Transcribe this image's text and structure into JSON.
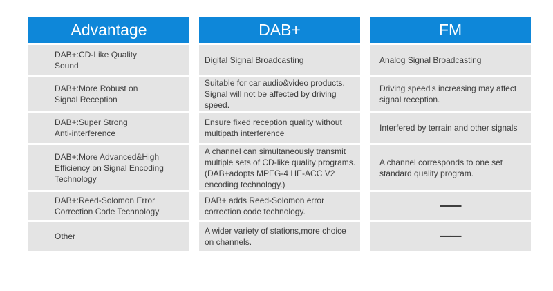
{
  "theme": {
    "header_bg": "#0e87d9",
    "header_text": "#ffffff",
    "cell_bg": "#e4e4e4",
    "cell_text": "#3e3e3e",
    "page_bg": "#ffffff"
  },
  "table": {
    "columns": [
      {
        "label": "Advantage"
      },
      {
        "label": "DAB+"
      },
      {
        "label": "FM"
      }
    ],
    "rows": [
      {
        "advantage": "DAB+:CD-Like Quality\nSound",
        "dab": "Digital Signal Broadcasting",
        "fm": "Analog Signal Broadcasting"
      },
      {
        "advantage": "DAB+:More Robust on\nSignal Reception",
        "dab": "Suitable for car audio&video products.\nSignal will not be affected by driving\nspeed.",
        "fm": "Driving speed's increasing may affect\nsignal reception."
      },
      {
        "advantage": "DAB+:Super Strong\nAnti-interference",
        "dab": "Ensure fixed reception quality without\nmultipath interference",
        "fm": "Interfered by terrain and other signals"
      },
      {
        "advantage": "DAB+:More Advanced&High\nEfficiency on Signal Encoding\nTechnology",
        "dab": "A channel can simultaneously transmit\nmultiple sets of CD-like quality programs.\n(DAB+adopts MPEG-4 HE-ACC V2\nencoding technology.)",
        "fm": "A channel corresponds to one set\nstandard quality program."
      },
      {
        "advantage": "DAB+:Reed-Solomon Error\nCorrection Code Technology",
        "dab": "DAB+ adds Reed-Solomon error\ncorrection code technology.",
        "fm": "——"
      },
      {
        "advantage": "Other",
        "dab": "A wider variety of stations,more choice\non channels.",
        "fm": "——"
      }
    ]
  }
}
